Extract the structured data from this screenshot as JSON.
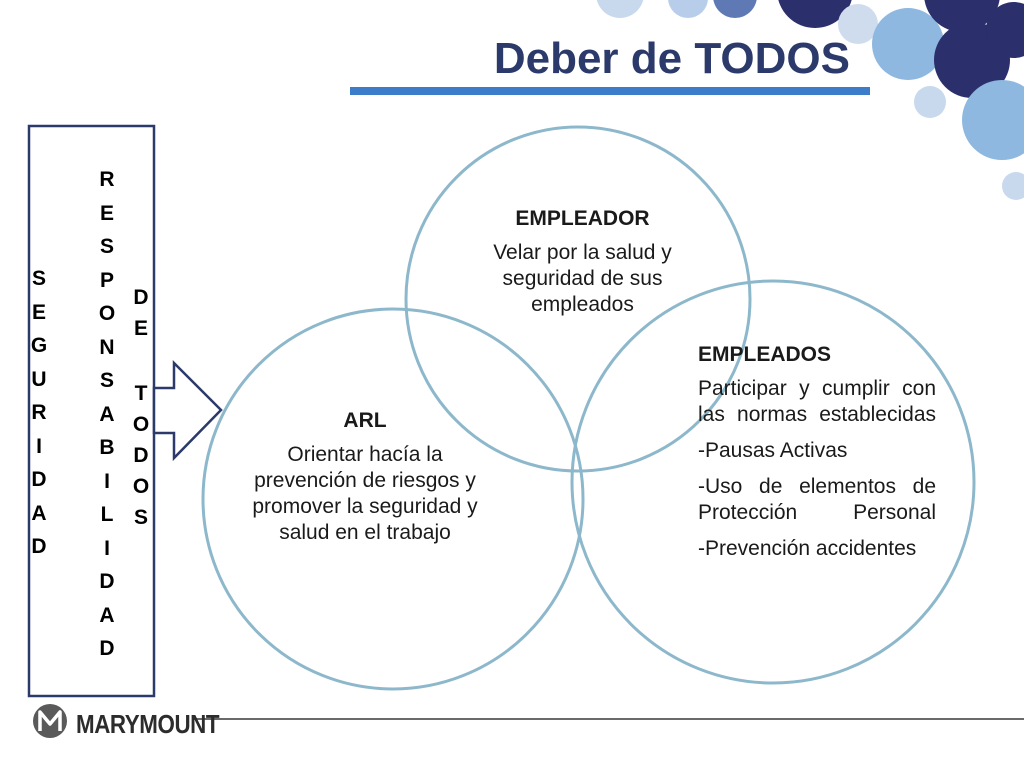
{
  "slide": {
    "title": "Deber de TODOS",
    "left_words": {
      "seguridad": [
        "S",
        "E",
        "G",
        "U",
        "R",
        "I",
        "D",
        "A",
        "D"
      ],
      "responsabilidad": [
        "R",
        "E",
        "S",
        "P",
        "O",
        "N",
        "S",
        "A",
        "B",
        "I",
        "L",
        "I",
        "D",
        "A",
        "D"
      ],
      "de": [
        "D",
        "E"
      ],
      "todos": [
        "T",
        "O",
        "D",
        "O",
        "S"
      ]
    },
    "circles": {
      "empleador": {
        "heading": "EMPLEADOR",
        "text": "Velar por la salud y seguridad de sus empleados"
      },
      "arl": {
        "heading": "ARL",
        "text": "Orientar hacía la prevención de riesgos y promover la seguridad y salud en el trabajo"
      },
      "empleados": {
        "heading": "EMPLEADOS",
        "items": [
          "Participar y cumplir con las normas establecidas",
          "-Pausas Activas",
          "-Uso de elementos de Protección Personal",
          "-Prevención accidentes"
        ]
      }
    },
    "logo": {
      "text": "MARYMOUNT"
    },
    "colors": {
      "title": "#2b3a6b",
      "title_underline": "#3d7cc9",
      "box_border": "#2b3a6b",
      "arrow_border": "#2b3a6b",
      "circle_border": "#8db8cc",
      "deco_dark": "#2b2f6b",
      "deco_light": "#8fb8e0"
    }
  }
}
